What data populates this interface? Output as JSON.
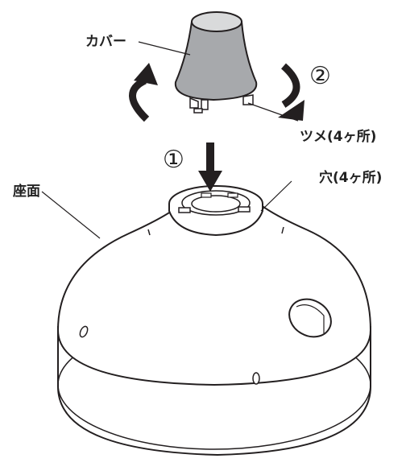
{
  "labels": {
    "cover": "カバー",
    "tab": "ツメ(4ヶ所)",
    "hole": "穴(4ヶ所)",
    "base": "座面"
  },
  "steps": {
    "step1": "①",
    "step2": "②"
  },
  "colors": {
    "cover_fill": "#a7a9ac",
    "cover_top": "#d9dadb",
    "line": "#231f20",
    "base_fill": "#ffffff"
  },
  "icons": {
    "rotate_left": "curved-arrow-icon",
    "rotate_right": "curved-arrow-icon",
    "down_arrow": "arrow-down-icon"
  }
}
